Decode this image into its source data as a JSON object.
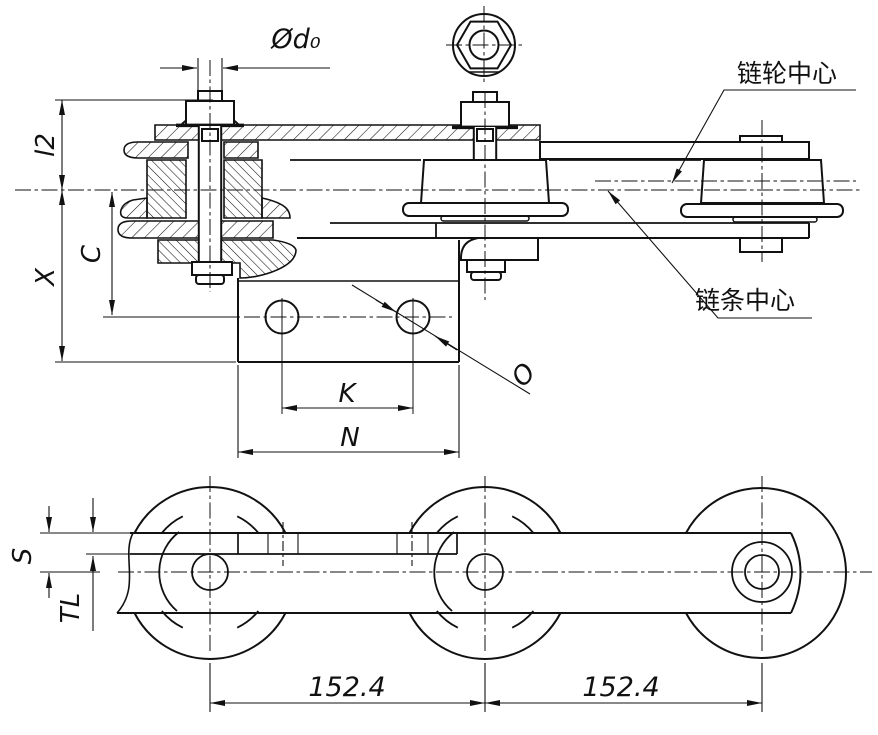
{
  "drawing": {
    "title": "roller conveyor chain attachment drawing",
    "colors": {
      "line": "#111111",
      "background": "#ffffff"
    },
    "labels": {
      "pin_diameter": "Ød₀",
      "sprocket_center": "链轮中心",
      "chain_center": "链条中心",
      "dim_l2": "l2",
      "dim_x": "X",
      "dim_c": "C",
      "dim_k": "K",
      "dim_n": "N",
      "dim_o": "O",
      "dim_s": "S",
      "dim_tl": "TL",
      "pitch_left": "152.4",
      "pitch_right": "152.4"
    }
  }
}
